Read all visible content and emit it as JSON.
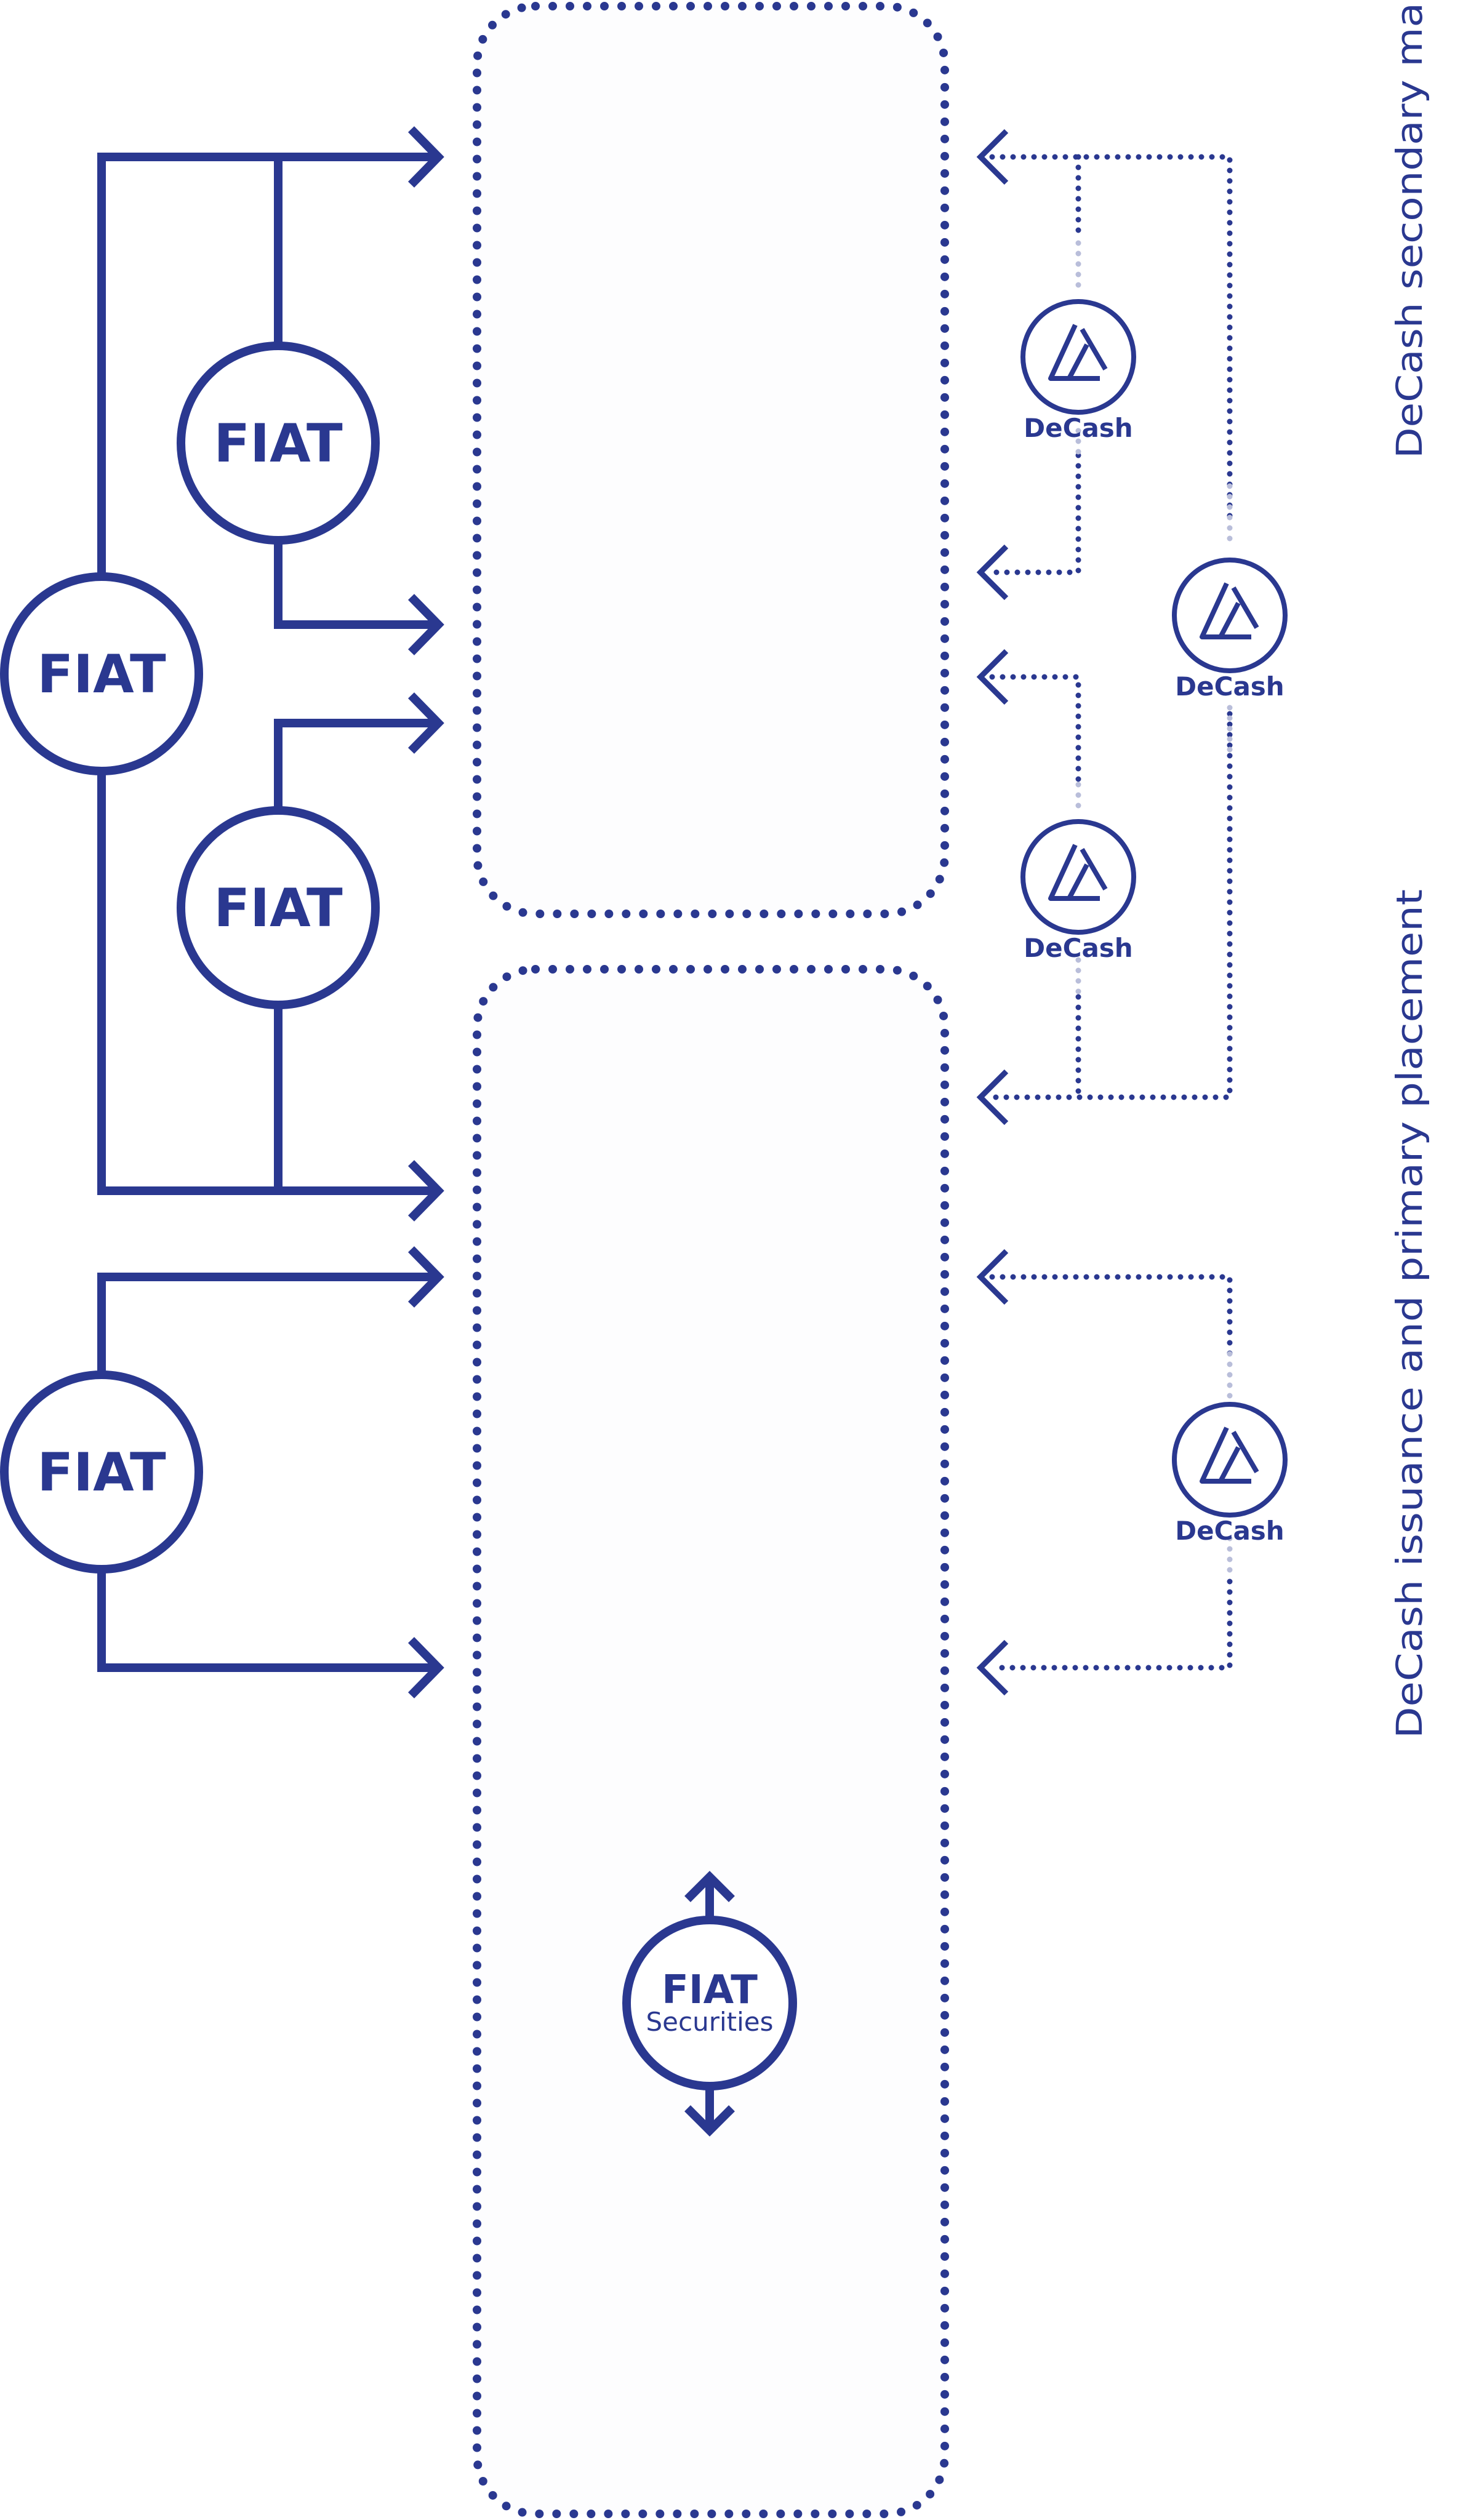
{
  "colors": {
    "primary": "#2A3890",
    "background": "#FFFFFF",
    "panel_fill": "#FDFDFE",
    "faded": "#B9BEDA"
  },
  "fiat_nodes": [
    {
      "label": "FIAT"
    },
    {
      "label": "FIAT"
    },
    {
      "label": "FIAT"
    },
    {
      "label": "FIAT"
    }
  ],
  "securities_node": {
    "label": "FIAT",
    "sublabel": "Securities"
  },
  "decash_badges": [
    {
      "label": "DeCash",
      "icon": "decash-logo-icon"
    },
    {
      "label": "DeCash",
      "icon": "decash-logo-icon"
    },
    {
      "label": "DeCash",
      "icon": "decash-logo-icon"
    },
    {
      "label": "DeCash",
      "icon": "decash-logo-icon"
    }
  ],
  "side_labels": {
    "secondary_market": "DeCash secondary market",
    "issuance": "DeCash issuance and primary placement"
  }
}
